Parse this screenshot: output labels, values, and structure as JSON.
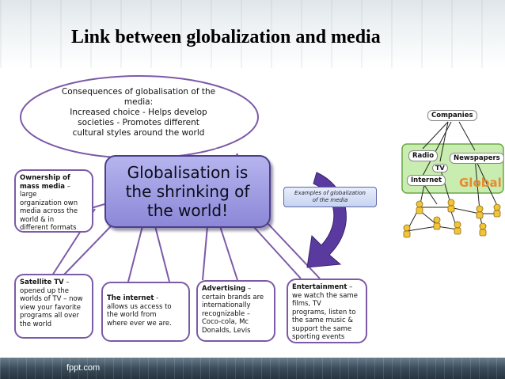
{
  "slide": {
    "title": "Link  between globalization and media",
    "footer": "fppt.com"
  },
  "diagram": {
    "consequences_bubble": [
      "Consequences of globalisation of the",
      "media:",
      "Increased choice - Helps develop",
      "societies  - Promotes different",
      "cultural styles around the world"
    ],
    "central": {
      "line1": "Globalisation is",
      "line2": "the shrinking of",
      "line3": "the world!"
    },
    "ownership": {
      "heading1": "Ownership of",
      "heading2": "mass media",
      "rest": [
        " – large",
        "organization own",
        "media across the",
        "world & in",
        "different formats"
      ]
    },
    "satellite": {
      "heading": "Satellite TV",
      "rest": [
        " –",
        "opened up the",
        "worlds of TV – now",
        "view your favorite",
        "programs all over",
        "the world"
      ]
    },
    "internet": {
      "heading": "The internet",
      "rest": [
        " -",
        "allows us access to",
        "the world from",
        "where ever we are."
      ]
    },
    "advertising": {
      "heading": "Advertising",
      "rest": [
        " –",
        "certain brands are",
        "internationally",
        "recognizable –",
        "Coco-cola, Mc",
        "Donalds, Levis"
      ]
    },
    "entertainment": {
      "heading": "Entertainment",
      "rest": [
        " –",
        "we watch the same",
        "films, TV",
        "programs, listen to",
        "the same music &",
        "support the same",
        "sporting events"
      ]
    },
    "examples": {
      "line1": "Examples of globalization",
      "line2": "of the media"
    }
  },
  "network": {
    "companies": "Companies",
    "radio": "Radio",
    "tv": "TV",
    "newspapers": "Newspapers",
    "internet": "Internet",
    "global": "Global"
  },
  "colors": {
    "box_border": "#7c5aa8",
    "central_fill": "#9b97e0",
    "arrow": "#5a3a9e",
    "global_text": "#e98a2c"
  }
}
